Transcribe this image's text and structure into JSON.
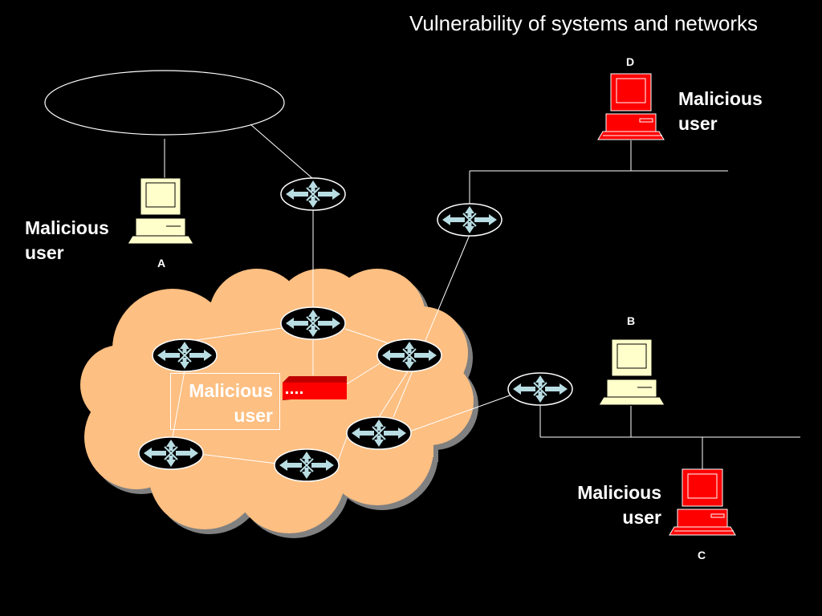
{
  "title": "Vulnerability of systems and networks",
  "labels": {
    "malicious_user_line1": "Malicious",
    "malicious_user_line2": "user"
  },
  "hosts": {
    "a": {
      "letter": "A",
      "color": "#ffffcc"
    },
    "b": {
      "letter": "B",
      "color": "#ffffcc"
    },
    "c": {
      "letter": "C",
      "color": "#ff0000"
    },
    "d": {
      "letter": "D",
      "color": "#ff0000"
    }
  },
  "colors": {
    "background": "#000000",
    "cloud": "#fdbf82",
    "cloud_shadow": "#808080",
    "router_arrow": "#b8dde3",
    "firewall": "#ff0000",
    "lines": "#ffffff"
  }
}
